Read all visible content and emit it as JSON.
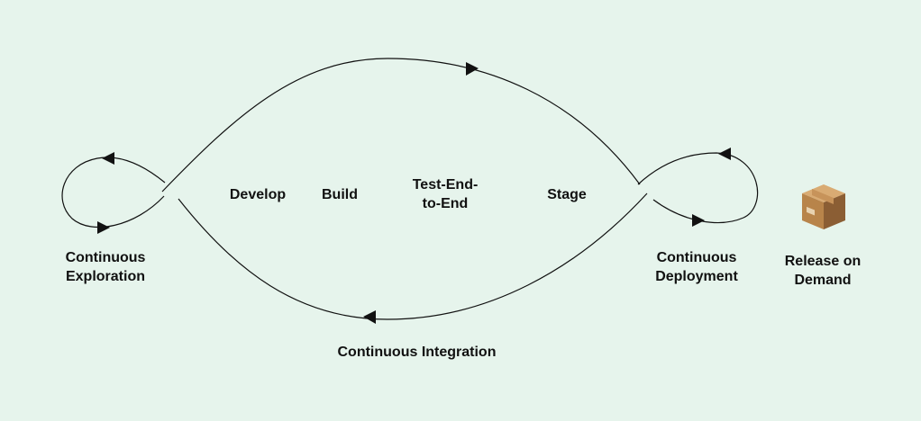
{
  "diagram": {
    "labels": {
      "continuous_exploration": "Continuous\nExploration",
      "develop": "Develop",
      "build": "Build",
      "test_end_to_end": "Test-End-\nto-End",
      "stage": "Stage",
      "continuous_deployment": "Continuous\nDeployment",
      "release_on_demand": "Release on\nDemand",
      "continuous_integration": "Continuous Integration"
    },
    "icons": {
      "release": "package-box-icon"
    },
    "colors": {
      "background": "#e6f4ec",
      "line": "#111111",
      "box_light": "#d9ab73",
      "box_mid": "#b8844a",
      "box_dark": "#8b5e34"
    }
  }
}
